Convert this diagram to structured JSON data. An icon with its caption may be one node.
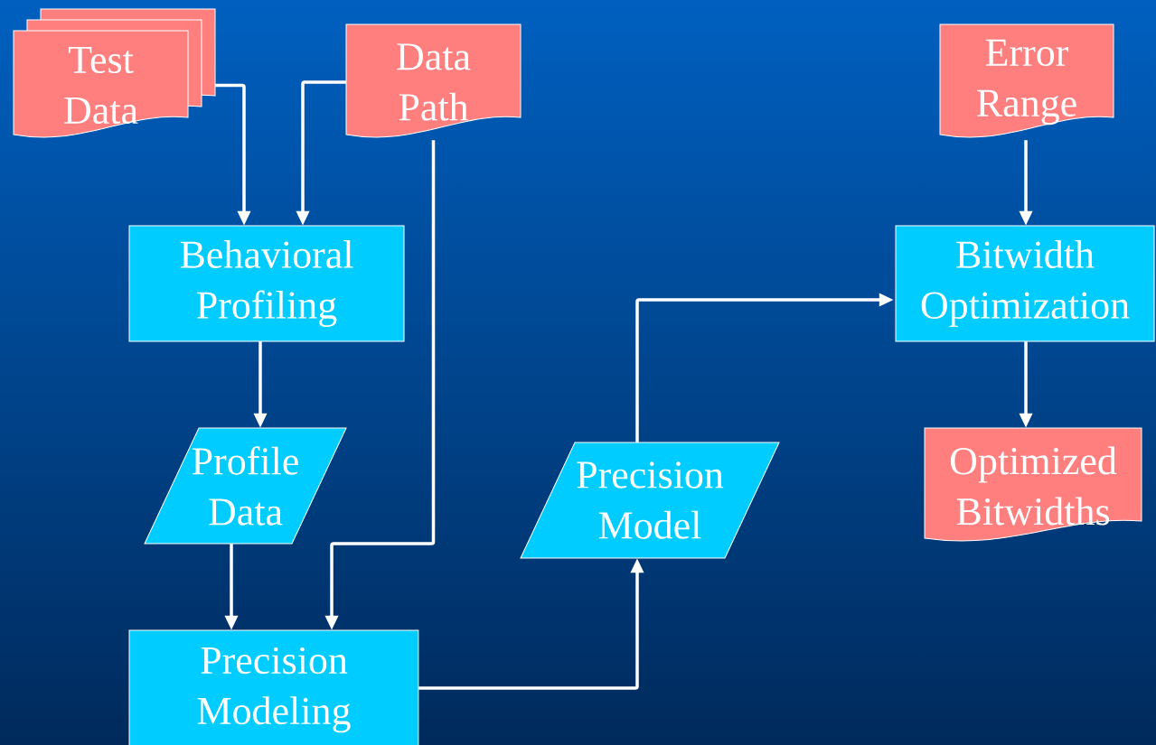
{
  "diagram": {
    "nodes": [
      {
        "text": [
          "Test Data"
        ]
      },
      {
        "text": [
          "Data Path"
        ]
      },
      {
        "text": [
          "Error Range"
        ]
      },
      {
        "text": [
          "Behavioral Profiling"
        ]
      },
      {
        "text": [
          "Bitwidth Optimization"
        ]
      },
      {
        "text": [
          "Profile Data"
        ]
      },
      {
        "text": [
          "Precision Model"
        ]
      },
      {
        "text": [
          "Optimized Bitwidths"
        ]
      },
      {
        "text": [
          "Precision Modeling"
        ]
      }
    ],
    "edges": [
      {
        "from": 0,
        "to": 3,
        "arrow": "to"
      },
      {
        "from": 1,
        "to": 3,
        "arrow": "to"
      },
      {
        "from": 1,
        "to": 8,
        "arrow": "to"
      },
      {
        "from": 3,
        "to": 5,
        "arrow": "to"
      },
      {
        "from": 5,
        "to": 8,
        "arrow": "to"
      },
      {
        "from": 8,
        "to": 6,
        "arrow": "to"
      },
      {
        "from": 6,
        "to": 4,
        "arrow": "to"
      },
      {
        "from": 2,
        "to": 4,
        "arrow": "to"
      },
      {
        "from": 4,
        "to": 7,
        "arrow": "to"
      }
    ]
  }
}
